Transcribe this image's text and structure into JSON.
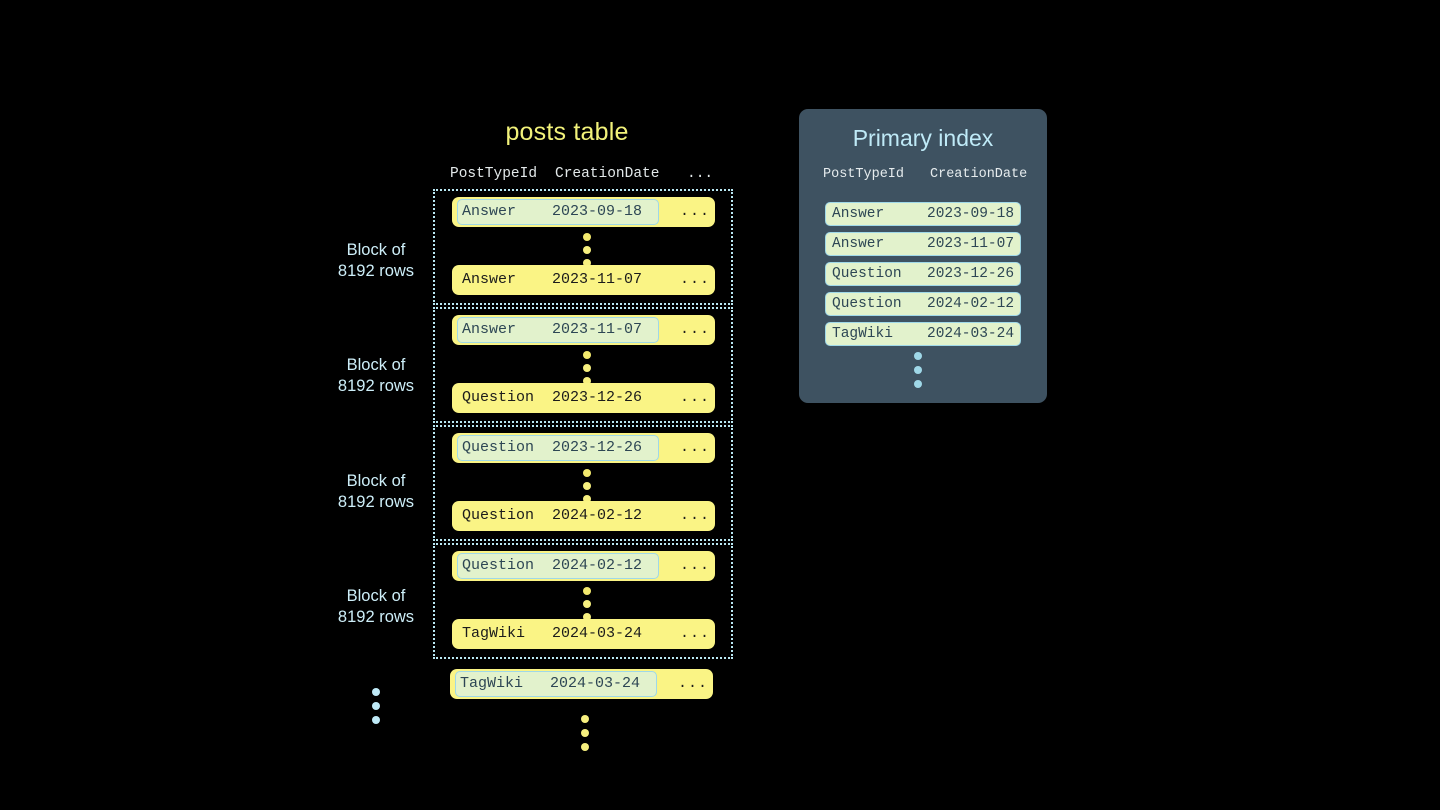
{
  "theme": {
    "background": "#000000",
    "row_fill": "#faf485",
    "row_text": "#1b1b1b",
    "highlight_fill": "#e2f2cc",
    "highlight_border": "#9fd8e8",
    "highlight_text": "#2d4654",
    "block_border": "#b9e7f2",
    "label_blue": "#cdeef8",
    "title_yellow": "#f2f27a",
    "panel_bg": "#3e5261",
    "panel_title": "#bfeaf7",
    "header_text": "#e3e9ea",
    "dot_yellow": "#f7f07f",
    "dot_blue": "#bfeaf7"
  },
  "posts_table": {
    "title": "posts table",
    "columns": [
      "PostTypeId",
      "CreationDate",
      "..."
    ],
    "blocks": [
      {
        "label_line1": "Block of",
        "label_line2": "8192 rows",
        "first_row": {
          "post_type_id": "Answer",
          "creation_date": "2023-09-18",
          "rest": "...",
          "highlighted": true
        },
        "last_row": {
          "post_type_id": "Answer",
          "creation_date": "2023-11-07",
          "rest": "...",
          "highlighted": false
        }
      },
      {
        "label_line1": "Block of",
        "label_line2": "8192 rows",
        "first_row": {
          "post_type_id": "Answer",
          "creation_date": "2023-11-07",
          "rest": "...",
          "highlighted": true
        },
        "last_row": {
          "post_type_id": "Question",
          "creation_date": "2023-12-26",
          "rest": "...",
          "highlighted": false
        }
      },
      {
        "label_line1": "Block of",
        "label_line2": "8192 rows",
        "first_row": {
          "post_type_id": "Question",
          "creation_date": "2023-12-26",
          "rest": "...",
          "highlighted": true
        },
        "last_row": {
          "post_type_id": "Question",
          "creation_date": "2024-02-12",
          "rest": "...",
          "highlighted": false
        }
      },
      {
        "label_line1": "Block of",
        "label_line2": "8192 rows",
        "first_row": {
          "post_type_id": "Question",
          "creation_date": "2024-02-12",
          "rest": "...",
          "highlighted": true
        },
        "last_row": {
          "post_type_id": "TagWiki",
          "creation_date": "2024-03-24",
          "rest": "...",
          "highlighted": false
        }
      }
    ],
    "trailing_row": {
      "post_type_id": "TagWiki",
      "creation_date": "2024-03-24",
      "rest": "...",
      "highlighted": true
    },
    "ellipsis_icon": "vertical-ellipsis"
  },
  "primary_index": {
    "title": "Primary index",
    "columns": [
      "PostTypeId",
      "CreationDate"
    ],
    "entries": [
      {
        "post_type_id": "Answer",
        "creation_date": "2023-09-18"
      },
      {
        "post_type_id": "Answer",
        "creation_date": "2023-11-07"
      },
      {
        "post_type_id": "Question",
        "creation_date": "2023-12-26"
      },
      {
        "post_type_id": "Question",
        "creation_date": "2024-02-12"
      },
      {
        "post_type_id": "TagWiki",
        "creation_date": "2024-03-24"
      }
    ],
    "ellipsis_icon": "vertical-ellipsis"
  }
}
